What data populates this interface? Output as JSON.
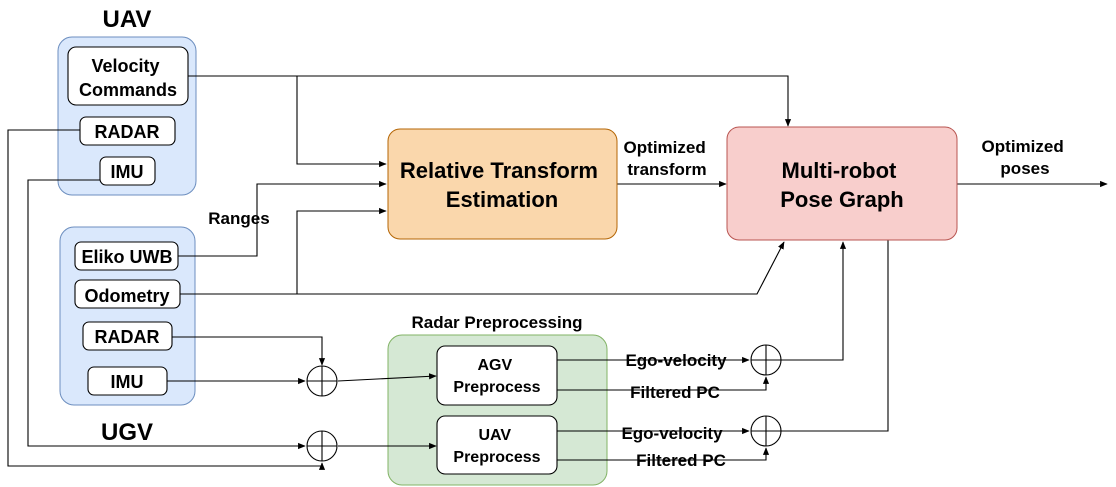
{
  "uav": {
    "title": "UAV",
    "velocity_commands": [
      "Velocity",
      "Commands"
    ],
    "radar": "RADAR",
    "imu": "IMU"
  },
  "ugv": {
    "title": "UGV",
    "eliko_uwb": "Eliko UWB",
    "odometry": "Odometry",
    "radar": "RADAR",
    "imu": "IMU"
  },
  "relative_transform": [
    "Relative Transform",
    "Estimation"
  ],
  "pose_graph": [
    "Multi-robot",
    "Pose Graph"
  ],
  "radar_preprocessing": {
    "title": "Radar Preprocessing",
    "agv": [
      "AGV",
      "Preprocess"
    ],
    "uav": [
      "UAV",
      "Preprocess"
    ]
  },
  "edge_labels": {
    "ranges": "Ranges",
    "optimized_transform": [
      "Optimized",
      "transform"
    ],
    "optimized_poses": [
      "Optimized",
      "poses"
    ],
    "agv_ego_velocity": "Ego-velocity",
    "agv_filtered_pc": "Filtered PC",
    "uav_ego_velocity": "Ego-velocity",
    "uav_filtered_pc": "Filtered PC"
  },
  "colors": {
    "robot_group_fill": "#dae8fc",
    "robot_group_stroke": "#6c8ebf",
    "relative_transform_fill": "#fad7ac",
    "relative_transform_stroke": "#b46504",
    "pose_graph_fill": "#f8cecc",
    "pose_graph_stroke": "#b85450",
    "radar_pre_fill": "#d5e8d4",
    "radar_pre_stroke": "#82b366"
  }
}
